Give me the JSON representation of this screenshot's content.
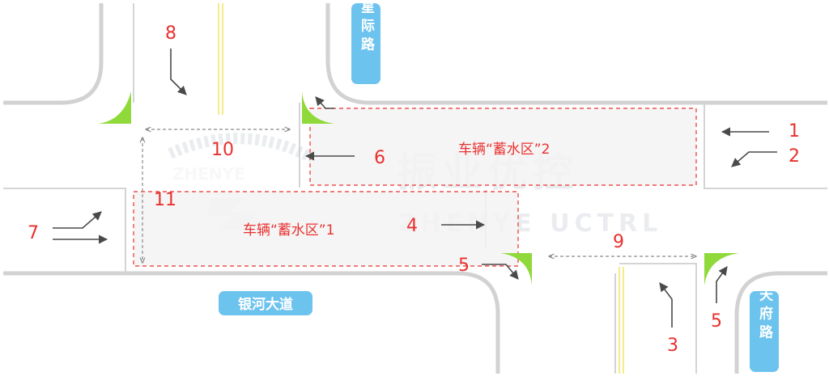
{
  "roads": {
    "north": "星际路",
    "south": "天府路",
    "main": "银河大道"
  },
  "storage_zones": {
    "zone1": "车辆“蓄水区”1",
    "zone2": "车辆“蓄水区”2"
  },
  "labels": {
    "n1": "1",
    "n2": "2",
    "n3": "3",
    "n4": "4",
    "n5a": "5",
    "n5b": "5",
    "n6": "6",
    "n7": "7",
    "n8": "8",
    "n9": "9",
    "n10": "10",
    "n11": "11"
  },
  "watermark": {
    "brand_cn": "振业优控",
    "brand_en": "ZHENYE UCTRL",
    "logo_en": "ZHENYE"
  },
  "colors": {
    "road_edge": "#d2d2d2",
    "zone_fill": "#f5f3f3",
    "zone_border": "#e8312f",
    "label_red": "#e8312f",
    "arrow": "#4a4a4a",
    "dashed_guide": "#8a8a8a",
    "refuge_island": "#8fd93a",
    "badge_bg": "#6cc3ee",
    "yellow_line": "#f0e86a"
  }
}
